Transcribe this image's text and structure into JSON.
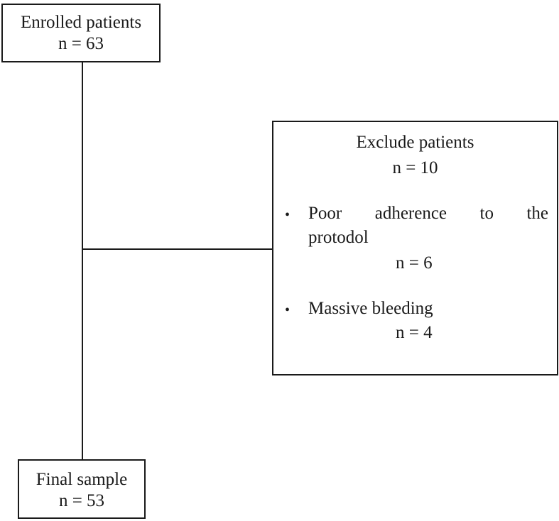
{
  "enrolled": {
    "title": "Enrolled patients",
    "count": "n = 63"
  },
  "excluded": {
    "title": "Exclude patients",
    "count": "n = 10",
    "reasons": [
      {
        "line1_words": [
          "Poor",
          "adherence",
          "to",
          "the"
        ],
        "line2": "protodol",
        "count": "n = 6"
      },
      {
        "line1": "Massive bleeding",
        "count": "n = 4"
      }
    ],
    "bullet": "•"
  },
  "final": {
    "title": "Final sample",
    "count": "n = 53"
  }
}
